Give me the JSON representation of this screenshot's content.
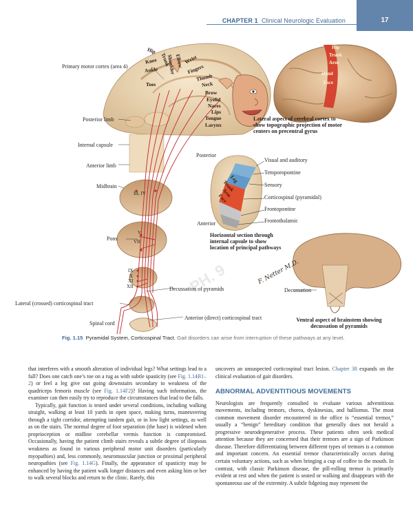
{
  "header": {
    "chapter_label": "CHAPTER 1",
    "chapter_title": "Clinical Neurologic Evaluation",
    "page_number": "17"
  },
  "figure": {
    "labels": {
      "primary_motor_cortex": "Primary motor  cortex (area 4)",
      "posterior_limb": "Posterior limb",
      "internal_capsule": "Internal  capsule",
      "anterior_limb": "Anterior limb",
      "midbrain": "Midbrain",
      "cn_3_4": "III, IV",
      "pons": "Pons",
      "cn_5": "V",
      "cn_7": "VII",
      "cn_9": "IX",
      "cn_10": "X",
      "cn_11": "XI",
      "cn_12": "XII",
      "lateral_tract": "Lateral (crossed) corticospinal tract",
      "spinal_cord": "Spinal cord",
      "decussation_of_pyramids": "Decussation  of pyramids",
      "anterior_tract": "Anterior (direct)  corticospinal tract",
      "posterior": "Posterior",
      "anterior": "Anterior",
      "visual_auditory": "Visual and auditory",
      "temporopontine": "Temporopontine",
      "sensory": "Sensory",
      "corticospinal_pyramidal": "Corticospinal (pyramidal)",
      "frontopontine": "Frontopontine",
      "frontothalamic": "Frontothalamic",
      "lateral_aspect_caption": "Lateral aspect of cerebral cortex to show topographic projection of motor centers on precentral gyrus",
      "horizontal_section_caption": "Horizontal section through internal capsule to show location of principal pathways",
      "decussation": "Decussation",
      "ventral_aspect_caption": "Ventral aspect of brainstem showing decussation of pyramids",
      "signature": "F. Netter M.D.",
      "watermark": "PH. 9"
    },
    "homunculus": [
      "Hip",
      "Trunk",
      "Shoulder",
      "Elbow",
      "Wrist",
      "Fingers",
      "Thumb",
      "Neck",
      "Brow",
      "Eyelid",
      "Nares",
      "Lips",
      "Tongue",
      "Larynx",
      "Knee",
      "Ankle",
      "Toes"
    ],
    "cortex_regions": [
      "Hip",
      "Trunk",
      "Arm",
      "Hand",
      "Face"
    ],
    "capsule_regions": [
      "Leg",
      "Trunk",
      "Arm",
      "Face"
    ]
  },
  "caption": {
    "number": "Fig. 1.15",
    "title": "Pyramidal System, Corticospinal Tract.",
    "description": "Gait disorders can arise from interruption of these pathways at any level."
  },
  "left_column": {
    "p1_a": "that interferes with a smooth alteration of individual legs? What settings lead to a fall? Does one catch one’s toe on a rug as with subtle spasticity (see ",
    "p1_ref1": "Fig. 1.14B1–2",
    "p1_b": ") or feel a leg give out going downstairs secondary to weakness of the quadriceps femoris muscle (see ",
    "p1_ref2": "Fig. 1.14F2",
    "p1_c": ")? Having such information, the examiner can then easily try to reproduce the circumstances that lead to the falls.",
    "p2_a": "Typically, gait function is tested under several conditions, including walking straight, walking at least 10 yards in open space, making turns, maneuvering through a tight corridor, attempting tandem gait, or in low light settings, as well as on the stairs. The normal degree of foot separation (the base) is widened when proprioception or midline cerebellar vermis function is compromised. Occasionally, having the patient climb stairs reveals a subtle degree of iliopsoas weakness as found in various peripheral motor unit disorders (particularly myopathies) and, less commonly, neuromuscular junction or proximal peripheral neuropathies (see ",
    "p2_ref": "Fig. 1.14G",
    "p2_b": "). Finally, the appearance of spasticity may be enhanced by having the patient walk longer distances and even asking him or her to walk several blocks and return to the clinic. Rarely, this"
  },
  "right_column": {
    "p1_a": "uncovers an unsuspected corticospinal tract lesion. ",
    "p1_ref": "Chapter 38",
    "p1_b": " expands on the clinical evaluation of gait disorders.",
    "heading": "ABNORMAL ADVENTITIOUS MOVEMENTS",
    "p2": "Neurologists are frequently consulted to evaluate various adventitious movements, including tremors, chorea, dyskinesias, and ballismus. The most common movement disorder encountered in the office is “essential tremor,” usually a “benign” hereditary condition that generally does not herald a progressive neurodegenerative process. These patients often seek medical attention because they are concerned that their tremors are a sign of Parkinson disease. Therefore differentiating between different types of tremors is a common and important concern. An essential tremor characteristically occurs during certain voluntary actions, such as when bringing a cup of coffee to the mouth. In contrast, with classic Parkinson disease, the pill-rolling tremor is primarily evident at rest and when the patient is seated or walking and disappears with the spontaneous use of the extremity. A subtle fidgeting may represent the"
  },
  "colors": {
    "accent_blue": "#3e6996",
    "tab_blue": "#6384ab",
    "tract_red": "#c0262d",
    "brain_tan": "#d8b48c",
    "section_tan": "#e8d2ac",
    "capsule_blue": "#7fb1d6",
    "capsule_red": "#e0502e"
  }
}
